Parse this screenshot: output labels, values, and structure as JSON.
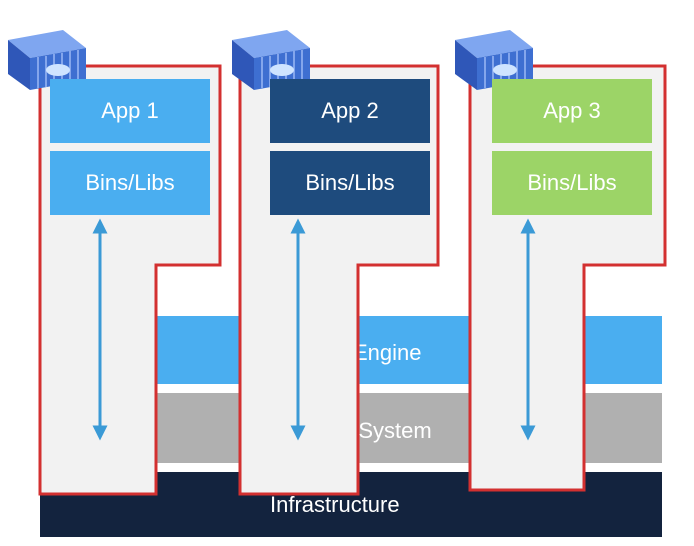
{
  "layers": {
    "engine": {
      "label": "Engine",
      "color": "#4aaef0"
    },
    "os": {
      "label": "g System",
      "color": "#b0b0b0"
    },
    "infrastructure": {
      "label": "Infrastructure",
      "color": "#13233e"
    }
  },
  "containers": [
    {
      "app_label": "App 1",
      "libs_label": "Bins/Libs",
      "color": "#4aaef0"
    },
    {
      "app_label": "App 2",
      "libs_label": "Bins/Libs",
      "color": "#1e4b7d"
    },
    {
      "app_label": "App 3",
      "libs_label": "Bins/Libs",
      "color": "#9cd467"
    }
  ],
  "colors": {
    "container_fill": "#f2f2f2",
    "container_outline": "#d33030",
    "arrow": "#3b9ad6",
    "container_icon": "#3e6fd1"
  },
  "icons": {
    "container_icon": "docker-container-icon",
    "arrow": "bidirectional-arrow-icon"
  }
}
